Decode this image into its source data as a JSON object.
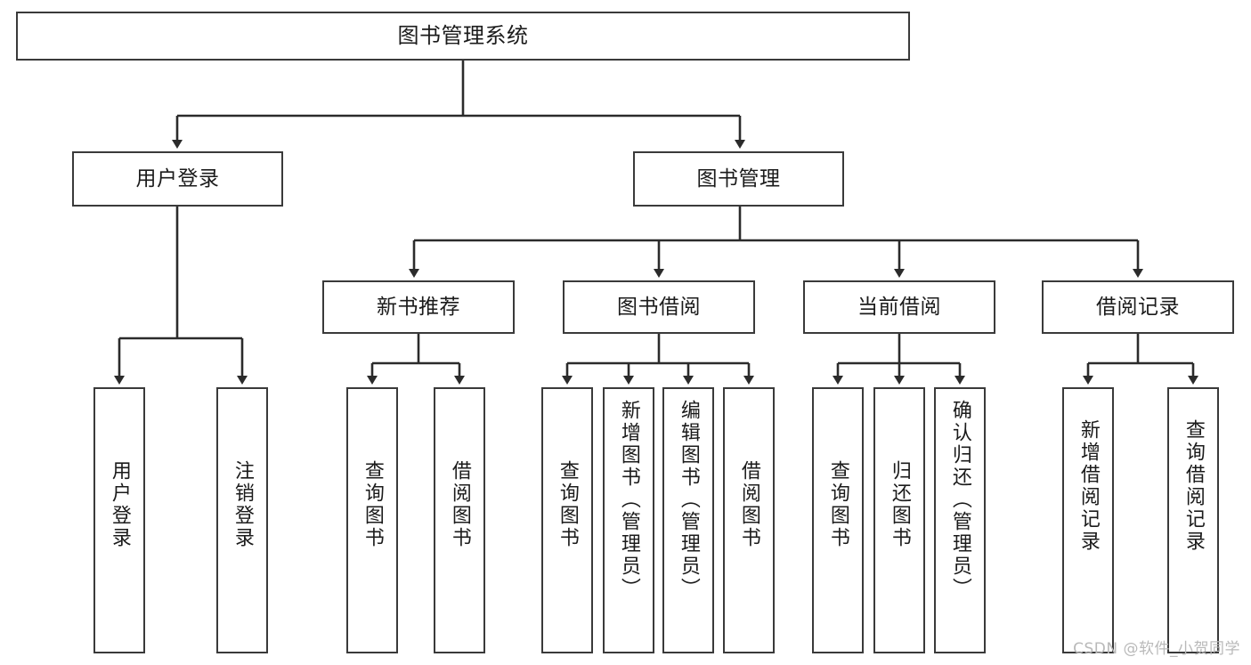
{
  "diagram": {
    "title": "图书管理系统",
    "type": "tree-hierarchy-diagram",
    "colors": {
      "box_border": "#3a3a3a",
      "box_fill": "#ffffff",
      "edge": "#2b2b2b",
      "text": "#1b1b1b",
      "watermark": "#b9b9b9",
      "background": "#ffffff"
    }
  },
  "nodes": {
    "root": {
      "label": "图书管理系统"
    },
    "level2": [
      {
        "id": "user-login",
        "label": "用户登录"
      },
      {
        "id": "book-manage",
        "label": "图书管理"
      }
    ],
    "level3": [
      {
        "id": "new-book-recommend",
        "label": "新书推荐"
      },
      {
        "id": "book-borrow",
        "label": "图书借阅"
      },
      {
        "id": "current-borrow",
        "label": "当前借阅"
      },
      {
        "id": "borrow-record",
        "label": "借阅记录"
      }
    ],
    "leaves": {
      "user_login": [
        {
          "id": "leaf-user-login",
          "label": "用户登录"
        },
        {
          "id": "leaf-logout-login",
          "label": "注销登录"
        }
      ],
      "new_book_recommend": [
        {
          "id": "leaf-query-book-1",
          "label": "查询图书"
        },
        {
          "id": "leaf-borrow-book-1",
          "label": "借阅图书"
        }
      ],
      "book_borrow": [
        {
          "id": "leaf-query-book-2",
          "label": "查询图书"
        },
        {
          "id": "leaf-add-book",
          "label": "新增图书（管理员）"
        },
        {
          "id": "leaf-edit-book",
          "label": "编辑图书（管理员）"
        },
        {
          "id": "leaf-borrow-book-2",
          "label": "借阅图书"
        }
      ],
      "current_borrow": [
        {
          "id": "leaf-query-book-3",
          "label": "查询图书"
        },
        {
          "id": "leaf-return-book",
          "label": "归还图书"
        },
        {
          "id": "leaf-confirm-return",
          "label": "确认归还（管理员）"
        }
      ],
      "borrow_record": [
        {
          "id": "leaf-add-record",
          "label": "新增借阅记录"
        },
        {
          "id": "leaf-query-record",
          "label": "查询借阅记录"
        }
      ]
    }
  },
  "watermark": {
    "text": "CSDN @软件_小贺同学"
  }
}
